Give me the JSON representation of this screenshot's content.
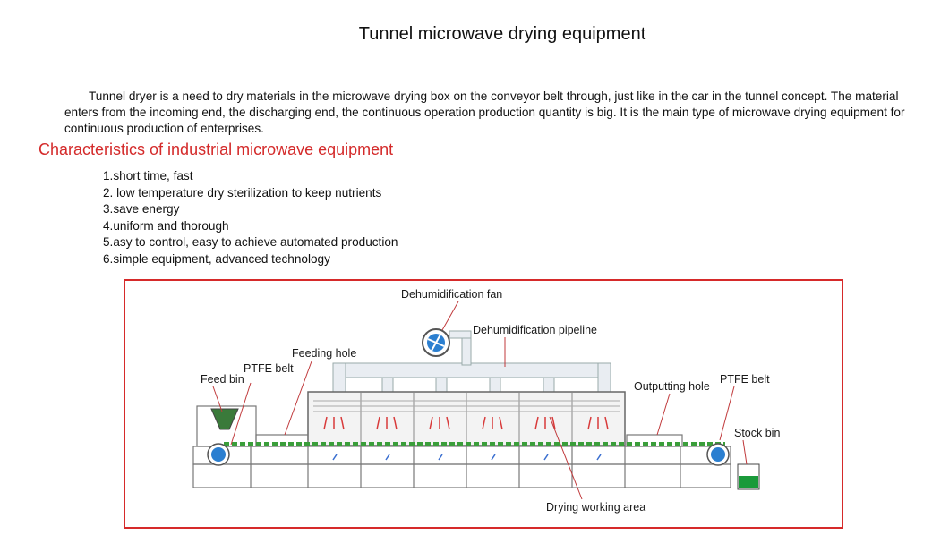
{
  "page": {
    "title": "Tunnel microwave drying equipment",
    "intro": "Tunnel dryer is a need to dry materials in the microwave drying box on the conveyor belt through, just like in the car in the tunnel concept. The material enters from the incoming end, the discharging end, the continuous operation production quantity is big. It is the main type of microwave drying equipment for continuous production of enterprises.",
    "section_heading": "Characteristics of industrial microwave equipment",
    "features": [
      "1.short time, fast",
      "2. low temperature dry sterilization to keep nutrients",
      "3.save energy",
      "4.uniform and thorough",
      "5.asy to control, easy to achieve automated production",
      "6.simple equipment, advanced technology"
    ]
  },
  "diagram": {
    "labels": {
      "dehumidification_fan": "Dehumidification fan",
      "dehumidification_pipeline": "Dehumidification pipeline",
      "feeding_hole": "Feeding hole",
      "ptfe_belt_left": "PTFE belt",
      "feed_bin": "Feed bin",
      "outputting_hole": "Outputting hole",
      "ptfe_belt_right": "PTFE belt",
      "stock_bin": "Stock bin",
      "drying_working_area": "Drying working area"
    },
    "colors": {
      "frame": "#d62a2a",
      "heading": "#d42a2a",
      "fan": "#2b7fd0",
      "material": "#3a9e3a",
      "arrow_red": "#d83a3a",
      "arrow_blue": "#3a6fd0"
    }
  }
}
